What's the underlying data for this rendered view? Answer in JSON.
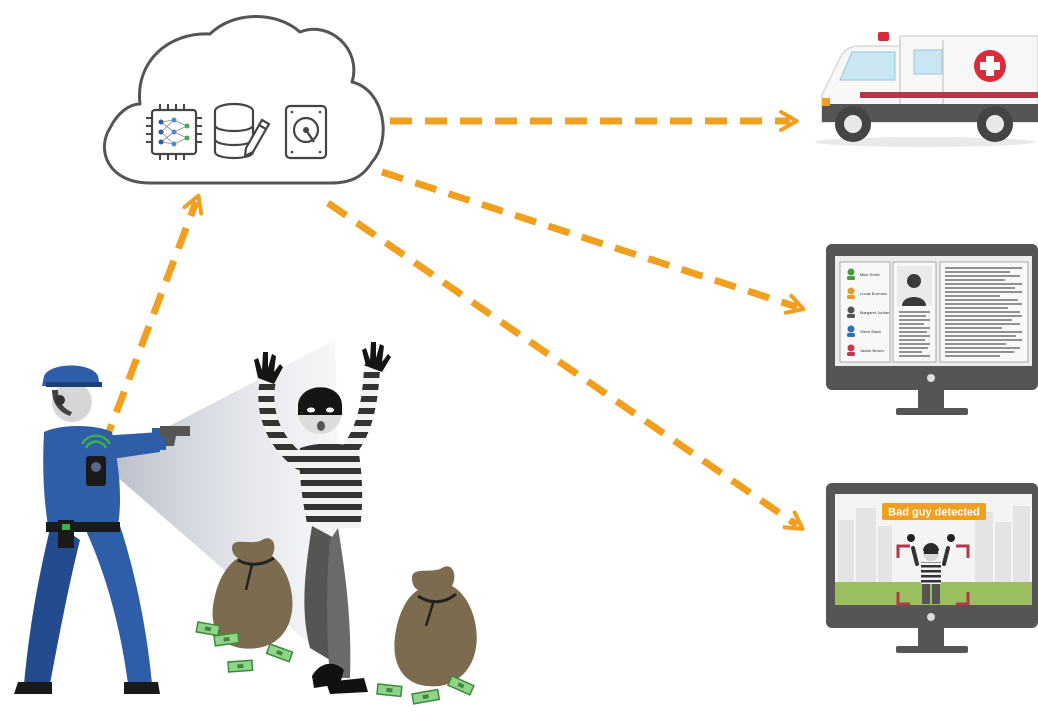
{
  "detection": {
    "label": "Bad guy detected"
  },
  "records": {
    "names": [
      "Mike Smith",
      "Lucas Burrows",
      "Margaret Jordan",
      "Steve Black",
      "Jackie Brown"
    ]
  },
  "icons": [
    "cloud-icon",
    "ai-chip-icon",
    "database-edit-icon",
    "hard-drive-icon",
    "ambulance-icon",
    "monitor-icon",
    "body-camera-icon"
  ],
  "colors": {
    "arrow": "#f0a01e",
    "police": "#2e5ea8",
    "alert": "#f0a01e",
    "frame": "#b0384a",
    "grass": "#9bbf5e"
  }
}
